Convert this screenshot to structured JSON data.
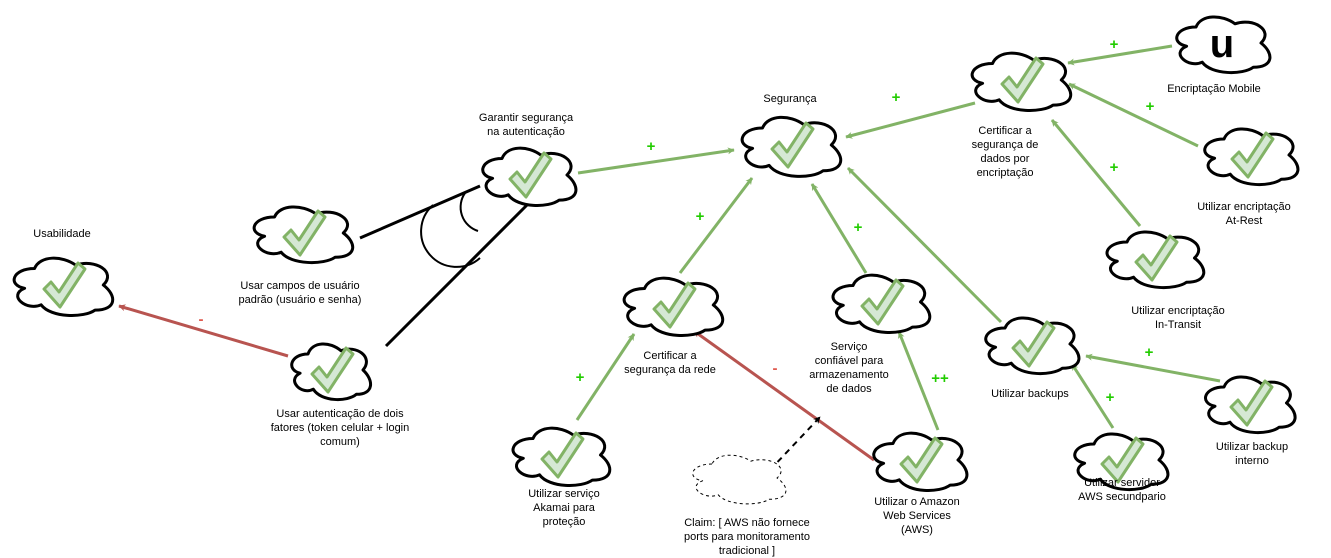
{
  "colors": {
    "positive": "#82b366",
    "negative": "#b85450",
    "check_fill": "#d5e8d4",
    "check_stroke": "#82b366"
  },
  "softgoals": [
    {
      "id": "usabilidade",
      "label": [
        "Usabilidade"
      ],
      "symbol": "check"
    },
    {
      "id": "seguranca_auth",
      "label": [
        "Garantir segurança",
        "na autenticação"
      ],
      "symbol": "check"
    },
    {
      "id": "seguranca",
      "label": [
        "Segurança"
      ],
      "symbol": "check"
    },
    {
      "id": "usuario_senha",
      "label": [
        "Usar campos de usuário",
        "padrão (usuário e senha)"
      ],
      "symbol": "check"
    },
    {
      "id": "dois_fatores",
      "label": [
        "Usar autenticação de dois",
        "fatores (token celular + login",
        "comum)"
      ],
      "symbol": "check"
    },
    {
      "id": "rede",
      "label": [
        "Certificar a",
        "segurança da rede"
      ],
      "symbol": "check"
    },
    {
      "id": "akamai",
      "label": [
        "Utilizar serviço",
        "Akamai para",
        "proteção"
      ],
      "symbol": "check"
    },
    {
      "id": "armazenamento",
      "label": [
        "Serviço",
        "confiável para",
        "armazenamento",
        "de dados"
      ],
      "symbol": "check"
    },
    {
      "id": "aws",
      "label": [
        "Utilizar o Amazon",
        "Web Services",
        "(AWS)"
      ],
      "symbol": "check"
    },
    {
      "id": "encriptacao",
      "label": [
        "Certificar a",
        "segurança de",
        "dados por",
        "encriptação"
      ],
      "symbol": "check"
    },
    {
      "id": "mobile",
      "label": [
        "Encriptação Mobile"
      ],
      "symbol": "u",
      "symbol_text": "u"
    },
    {
      "id": "at_rest",
      "label": [
        "Utilizar encriptação",
        "At-Rest"
      ],
      "symbol": "check"
    },
    {
      "id": "in_transit",
      "label": [
        "Utilizar encriptação",
        "In-Transit"
      ],
      "symbol": "check"
    },
    {
      "id": "backups",
      "label": [
        "Utilizar backups"
      ],
      "symbol": "check"
    },
    {
      "id": "backup_interno",
      "label": [
        "Utilizar backup",
        "interno"
      ],
      "symbol": "check"
    },
    {
      "id": "aws_secundario",
      "label": [
        "Utilizar servidor",
        "AWS secundpario"
      ],
      "symbol": "check"
    },
    {
      "id": "claim",
      "label": [
        "Claim: [ AWS não fornece",
        "ports para monitoramento",
        "tradicional ]"
      ],
      "symbol": "none"
    }
  ],
  "contributions": [
    {
      "from": "seguranca_auth",
      "to": "seguranca",
      "sign": "+",
      "polarity": "positive"
    },
    {
      "from": "rede",
      "to": "seguranca",
      "sign": "+",
      "polarity": "positive"
    },
    {
      "from": "armazenamento",
      "to": "seguranca",
      "sign": "+",
      "polarity": "positive"
    },
    {
      "from": "backups",
      "to": "seguranca",
      "sign": "",
      "polarity": "positive"
    },
    {
      "from": "encriptacao",
      "to": "seguranca",
      "sign": "+",
      "polarity": "positive"
    },
    {
      "from": "mobile",
      "to": "encriptacao",
      "sign": "+",
      "polarity": "positive"
    },
    {
      "from": "at_rest",
      "to": "encriptacao",
      "sign": "+",
      "polarity": "positive"
    },
    {
      "from": "in_transit",
      "to": "encriptacao",
      "sign": "+",
      "polarity": "positive"
    },
    {
      "from": "akamai",
      "to": "rede",
      "sign": "+",
      "polarity": "positive"
    },
    {
      "from": "aws",
      "to": "rede",
      "sign": "-",
      "polarity": "negative"
    },
    {
      "from": "aws",
      "to": "armazenamento",
      "sign": "++",
      "polarity": "positive"
    },
    {
      "from": "backup_interno",
      "to": "backups",
      "sign": "+",
      "polarity": "positive"
    },
    {
      "from": "aws_secundario",
      "to": "backups",
      "sign": "+",
      "polarity": "positive"
    },
    {
      "from": "dois_fatores",
      "to": "usabilidade",
      "sign": "-",
      "polarity": "negative"
    }
  ],
  "decomposition": {
    "parent": "seguranca_auth",
    "type": "or",
    "children": [
      "usuario_senha",
      "dois_fatores"
    ]
  },
  "claim_link": {
    "from": "claim",
    "to_link": "aws → rede",
    "style": "dashed"
  }
}
